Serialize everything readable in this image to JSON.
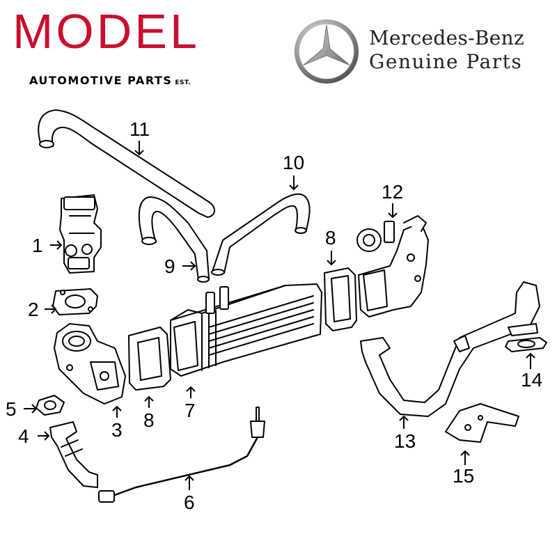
{
  "header": {
    "brand_word": "MODEL",
    "brand_sub": "AUTOMOTIVE PARTS",
    "brand_est": "EST.",
    "partner_line1": "Mercedes-Benz",
    "partner_line2": "Genuine Parts",
    "brand_color": "#c8102e",
    "partner_logo_icon": "three-pointed-star-icon"
  },
  "diagram": {
    "callouts": [
      {
        "id": "c1",
        "label": "1"
      },
      {
        "id": "c2",
        "label": "2"
      },
      {
        "id": "c3",
        "label": "3"
      },
      {
        "id": "c4",
        "label": "4"
      },
      {
        "id": "c5",
        "label": "5"
      },
      {
        "id": "c6",
        "label": "6"
      },
      {
        "id": "c7",
        "label": "7"
      },
      {
        "id": "c8a",
        "label": "8"
      },
      {
        "id": "c8b",
        "label": "8"
      },
      {
        "id": "c9",
        "label": "9"
      },
      {
        "id": "c10",
        "label": "10"
      },
      {
        "id": "c11",
        "label": "11"
      },
      {
        "id": "c12",
        "label": "12"
      },
      {
        "id": "c13",
        "label": "13"
      },
      {
        "id": "c14",
        "label": "14"
      },
      {
        "id": "c15",
        "label": "15"
      }
    ]
  }
}
